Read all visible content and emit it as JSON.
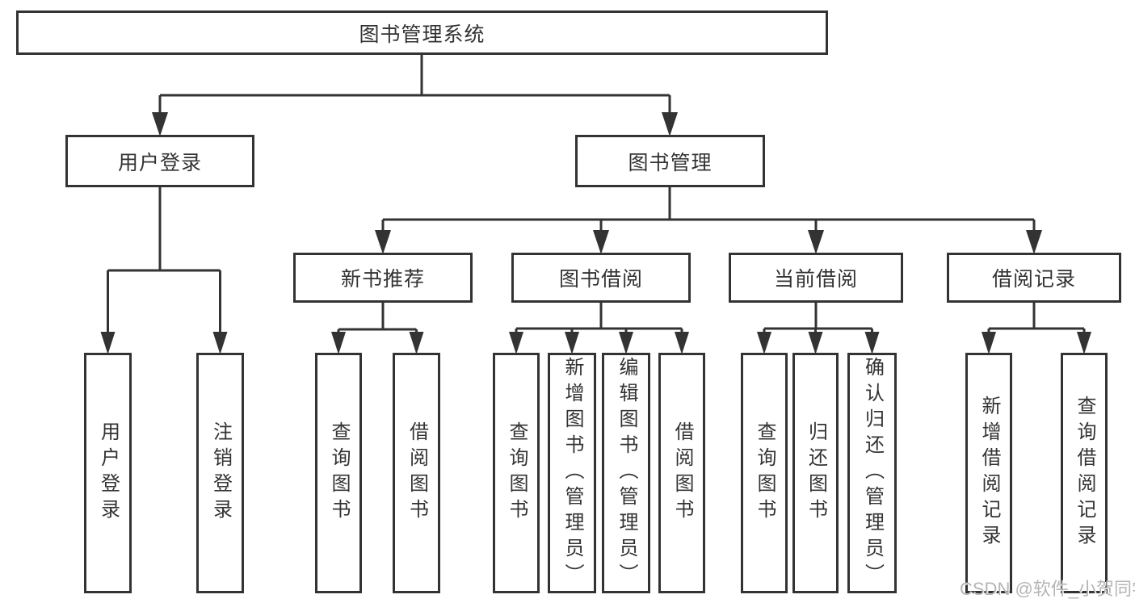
{
  "colors": {
    "line": "#333333",
    "text": "#333333",
    "background": "#ffffff",
    "watermark": "#b5b5b5"
  },
  "watermark": "CSDN @软件_小贺同学",
  "tree": {
    "root": "图书管理系统",
    "branches": [
      {
        "label": "用户登录",
        "children": [
          "用户登录",
          "注销登录"
        ]
      },
      {
        "label": "图书管理",
        "children": [
          {
            "label": "新书推荐",
            "children": [
              "查询图书",
              "借阅图书"
            ]
          },
          {
            "label": "图书借阅",
            "children": [
              "查询图书",
              "新增图书（管理员）",
              "编辑图书（管理员）",
              "借阅图书"
            ]
          },
          {
            "label": "当前借阅",
            "children": [
              "查询图书",
              "归还图书",
              "确认归还（管理员）"
            ]
          },
          {
            "label": "借阅记录",
            "children": [
              "新增借阅记录",
              "查询借阅记录"
            ]
          }
        ]
      }
    ]
  }
}
